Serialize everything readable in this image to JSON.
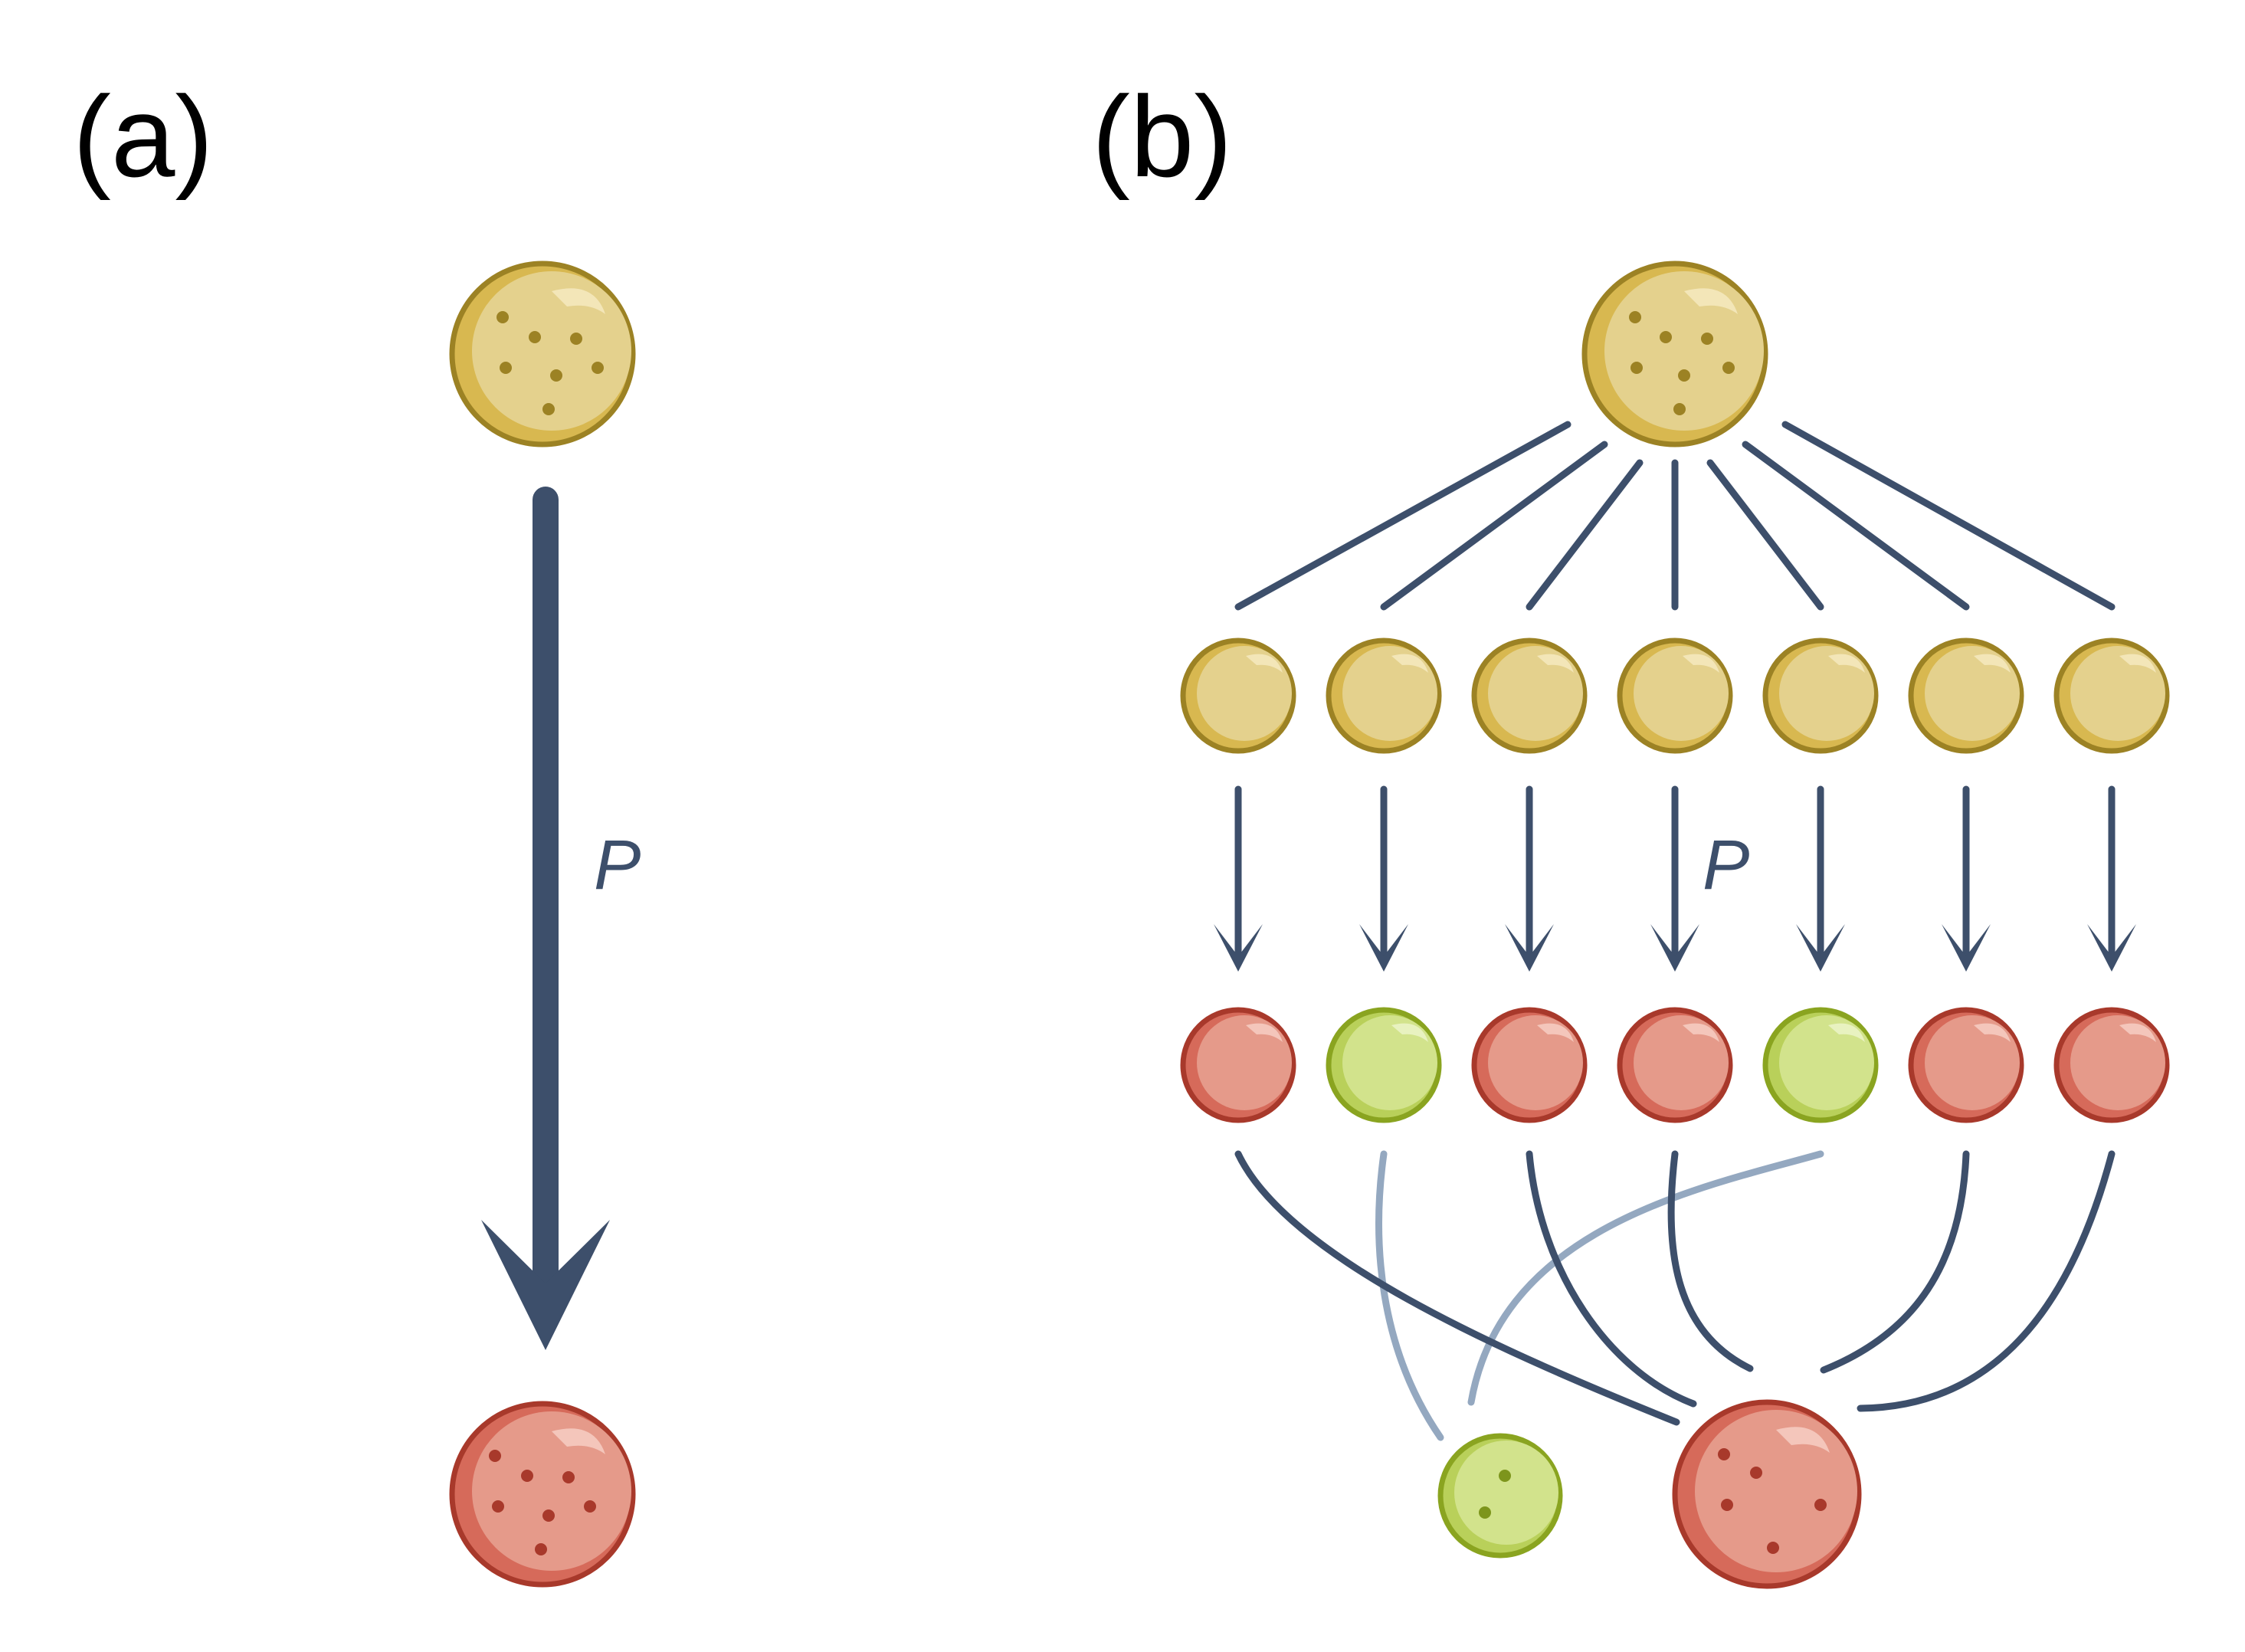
{
  "panels": {
    "a": {
      "label": "(a)",
      "arrow_label": "P"
    },
    "b": {
      "label": "(b)",
      "arrow_label": "P"
    }
  },
  "colors": {
    "arrow": "#3d4f6b",
    "faint_line": "#94a8c0",
    "yellow_fill": "#e4d18d",
    "yellow_shade": "#d8b850",
    "yellow_stroke": "#9c8224",
    "yellow_dot": "#9c8224",
    "red_fill": "#e59a8a",
    "red_shade": "#d66a5a",
    "red_stroke": "#a8392b",
    "red_dot": "#a8392b",
    "green_fill": "#d2e38c",
    "green_shade": "#b9d05a",
    "green_stroke": "#8aa420",
    "green_dot": "#7d951c"
  },
  "panel_b_colors": [
    "red",
    "green",
    "red",
    "red",
    "green",
    "red",
    "red"
  ]
}
